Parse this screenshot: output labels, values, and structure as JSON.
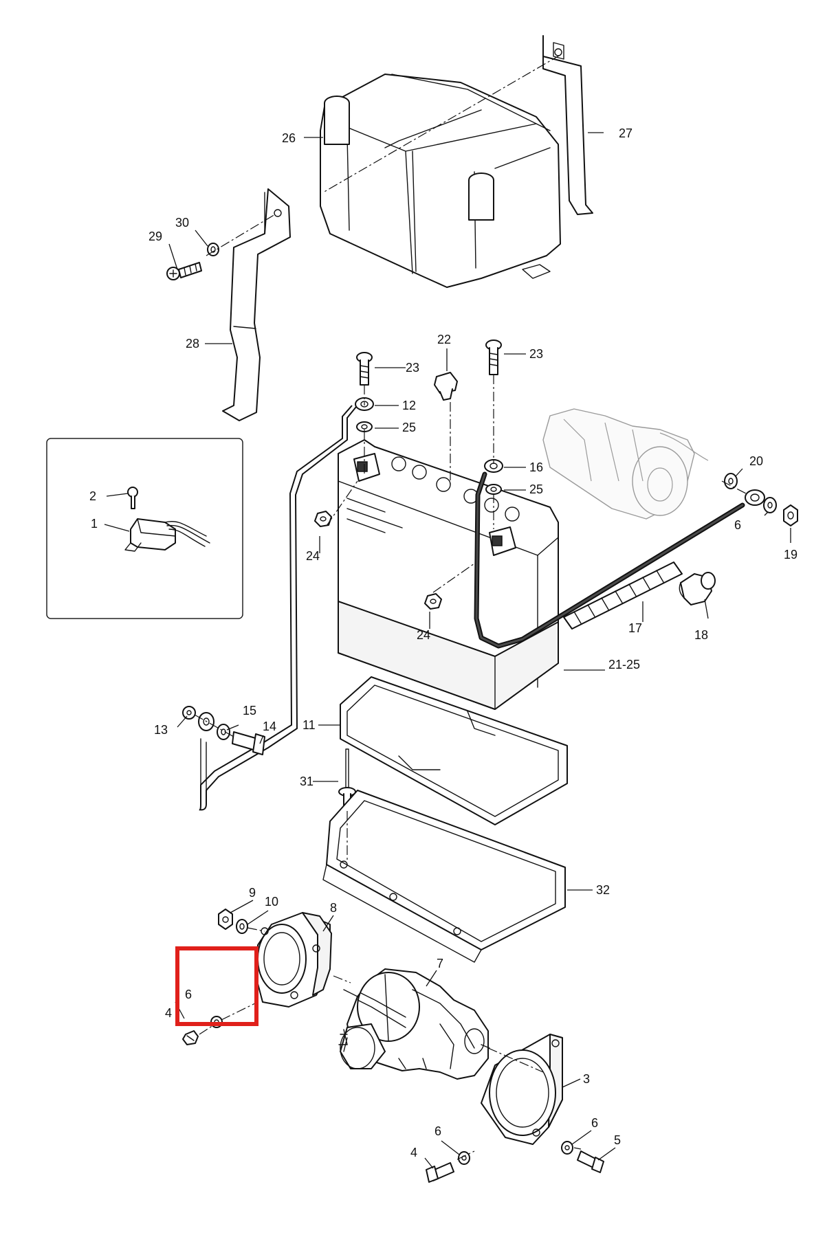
{
  "callouts": [
    {
      "id": "1",
      "label": "1"
    },
    {
      "id": "2",
      "label": "2"
    },
    {
      "id": "3",
      "label": "3"
    },
    {
      "id": "4a",
      "label": "4"
    },
    {
      "id": "4b",
      "label": "4"
    },
    {
      "id": "5",
      "label": "5"
    },
    {
      "id": "6a",
      "label": "6"
    },
    {
      "id": "6b",
      "label": "6"
    },
    {
      "id": "6c",
      "label": "6"
    },
    {
      "id": "6d",
      "label": "6"
    },
    {
      "id": "7",
      "label": "7"
    },
    {
      "id": "8",
      "label": "8"
    },
    {
      "id": "9",
      "label": "9"
    },
    {
      "id": "10",
      "label": "10"
    },
    {
      "id": "11",
      "label": "11"
    },
    {
      "id": "12",
      "label": "12"
    },
    {
      "id": "13",
      "label": "13"
    },
    {
      "id": "14",
      "label": "14"
    },
    {
      "id": "15",
      "label": "15"
    },
    {
      "id": "16",
      "label": "16"
    },
    {
      "id": "17",
      "label": "17"
    },
    {
      "id": "18",
      "label": "18"
    },
    {
      "id": "19",
      "label": "19"
    },
    {
      "id": "20",
      "label": "20"
    },
    {
      "id": "21-25",
      "label": "21-25"
    },
    {
      "id": "22",
      "label": "22"
    },
    {
      "id": "23a",
      "label": "23"
    },
    {
      "id": "23b",
      "label": "23"
    },
    {
      "id": "24a",
      "label": "24"
    },
    {
      "id": "24b",
      "label": "24"
    },
    {
      "id": "25a",
      "label": "25"
    },
    {
      "id": "25b",
      "label": "25"
    },
    {
      "id": "26",
      "label": "26"
    },
    {
      "id": "27",
      "label": "27"
    },
    {
      "id": "28",
      "label": "28"
    },
    {
      "id": "29",
      "label": "29"
    },
    {
      "id": "30",
      "label": "30"
    },
    {
      "id": "31",
      "label": "31"
    },
    {
      "id": "32",
      "label": "32"
    }
  ],
  "highlight": {
    "color": "#e0201b"
  },
  "colors": {
    "line": "#111111",
    "background": "#ffffff"
  }
}
